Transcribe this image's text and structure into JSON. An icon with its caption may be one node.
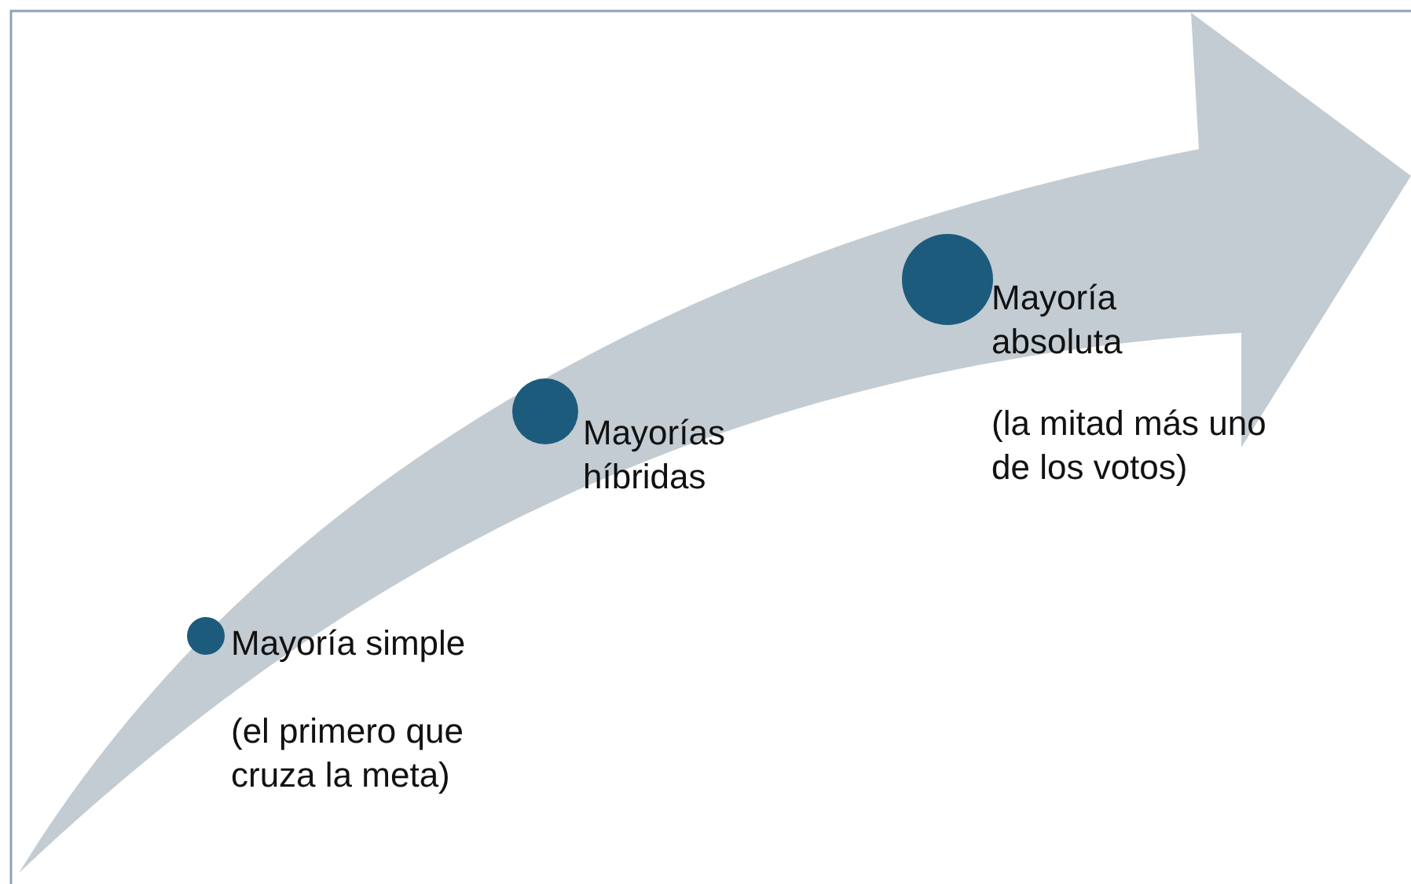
{
  "diagram": {
    "nodes": [
      {
        "text": [],
        "shape": "circle",
        "beside": [
          "Mayoría simple",
          "(el primero que cruza la meta)"
        ]
      },
      {
        "text": [],
        "shape": "circle",
        "beside": [
          "Mayorías híbridas"
        ]
      },
      {
        "text": [],
        "shape": "circle",
        "beside": [
          "Mayoría absoluta",
          "(la mitad más uno de los votos)"
        ]
      }
    ]
  }
}
